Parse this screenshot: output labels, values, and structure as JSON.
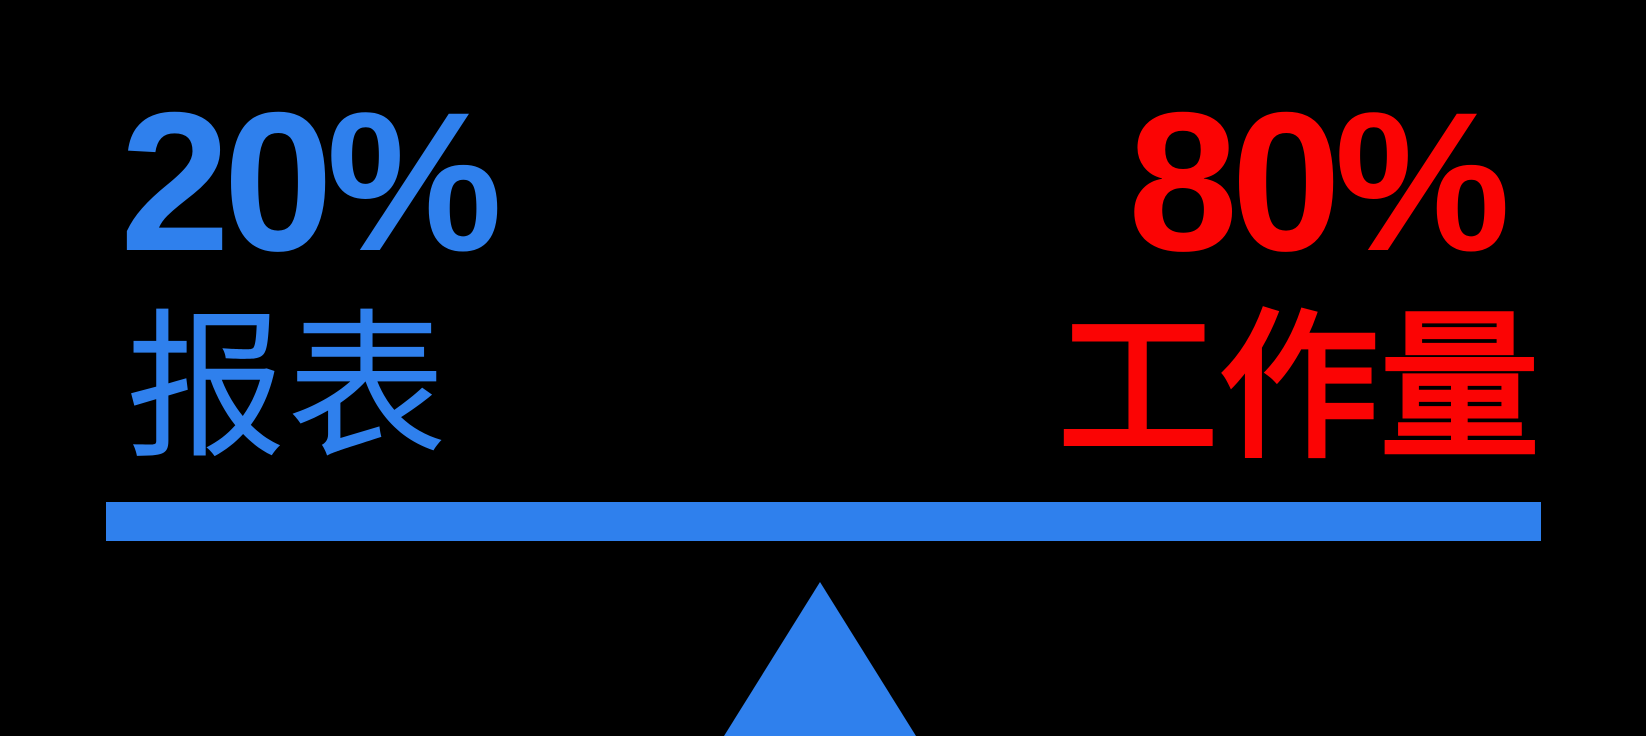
{
  "seesaw": {
    "background_color": "#000000",
    "left": {
      "percent": "20%",
      "label": "报表",
      "color": "#2F80ED"
    },
    "right": {
      "percent": "80%",
      "label": "工作量",
      "color": "#FB0404"
    },
    "beam": {
      "color": "#2F80ED"
    },
    "fulcrum": {
      "color": "#2F80ED"
    }
  }
}
